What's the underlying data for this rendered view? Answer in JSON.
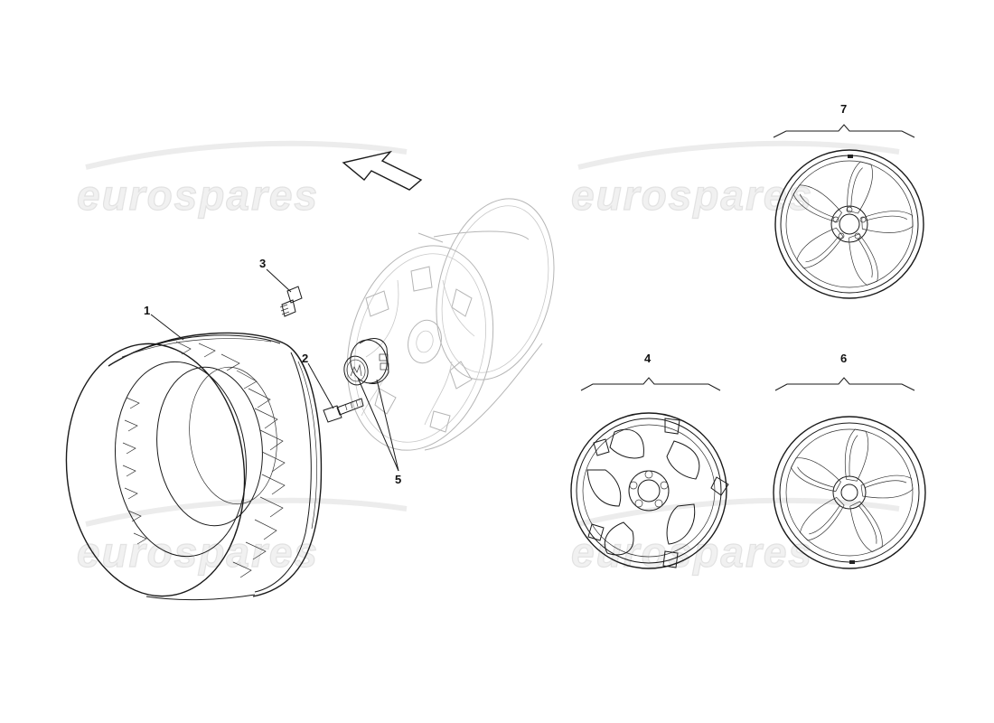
{
  "watermark": {
    "text": "eurospares"
  },
  "callouts": {
    "c1": "1",
    "c2": "2",
    "c3": "3",
    "c4": "4",
    "c5": "5",
    "c6": "6",
    "c7": "7"
  },
  "colors": {
    "line": "#1a1a1a",
    "faint_line": "#b5b5b5",
    "watermark": "#f1f1f1"
  },
  "icons": {
    "direction": "arrow-icon"
  }
}
